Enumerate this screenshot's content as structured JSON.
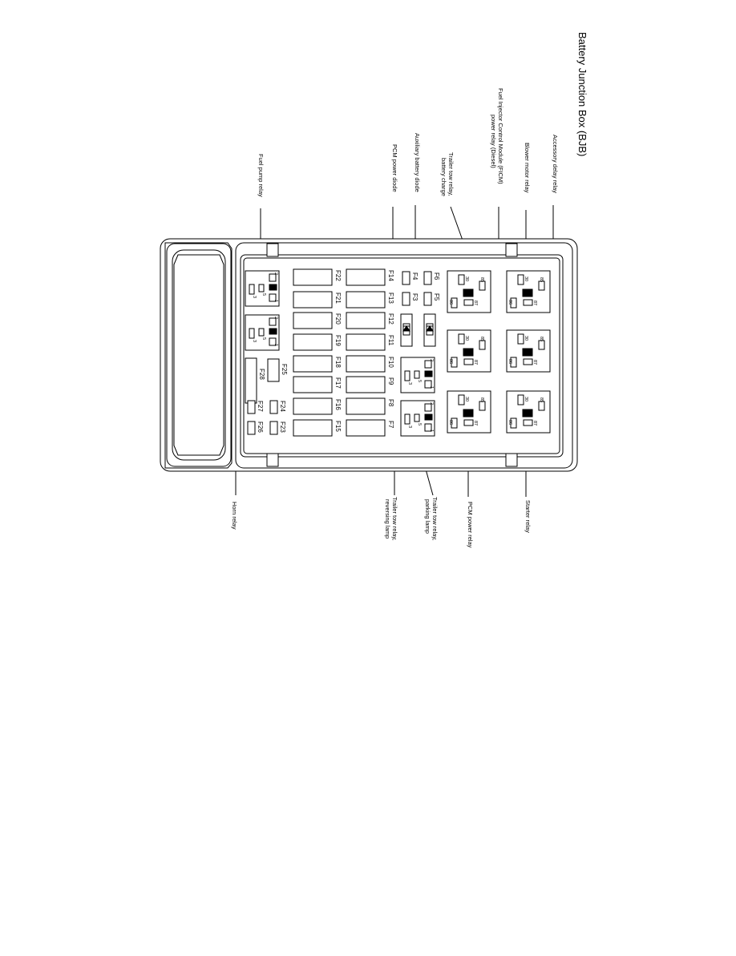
{
  "title": "Battery Junction Box (BJB)",
  "callouts_top": [
    "Accessory delay relay",
    "Blower motor relay",
    "Fuel Injector Control Module (FICM) power relay (Diesel)",
    "Trailer tow relay, battery charge",
    "Auxiliary battery diode",
    "PCM power diode",
    "Fuel pump relay"
  ],
  "callouts_bottom": [
    "Starter relay",
    "PCM power relay",
    "Trailer tow relay, parking lamp",
    "Trailer tow relay, reversing lamp",
    "Horn relay"
  ],
  "fuses_outer": [
    "F14",
    "F13",
    "F12",
    "F11",
    "F10",
    "F9",
    "F8",
    "F7"
  ],
  "fuses_inner": [
    "F22",
    "F21",
    "F20",
    "F19",
    "F18",
    "F17",
    "F16",
    "F15"
  ],
  "fuses_small": [
    "F6",
    "F5",
    "F4",
    "F3"
  ],
  "fuses_misc": [
    "F25",
    "F28",
    "F24",
    "F23",
    "F27",
    "F26"
  ],
  "relay_pins_large": [
    "85",
    "30",
    "87",
    "86"
  ],
  "relay_pins_small": [
    "1",
    "2",
    "3",
    "5"
  ],
  "colors": {
    "line": "#000000",
    "background": "#ffffff"
  }
}
